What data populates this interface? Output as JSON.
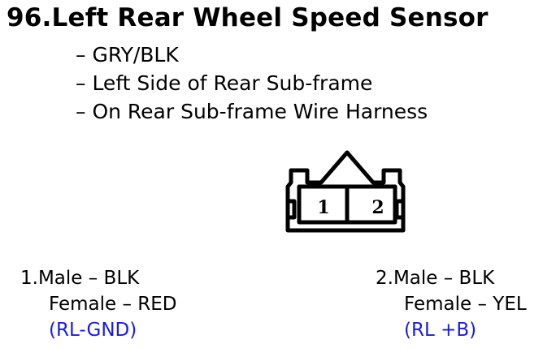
{
  "title": "96.Left Rear Wheel Speed Sensor",
  "bullets": [
    "– GRY/BLK",
    "– Left Side of Rear Sub-frame",
    "– On Rear Sub-frame Wire Harness"
  ],
  "connector": {
    "pin_labels": [
      "1",
      "2"
    ]
  },
  "pins": [
    {
      "male": "1.Male – BLK",
      "female": "Female – RED",
      "circuit": "(RL-GND)"
    },
    {
      "male": "2.Male – BLK",
      "female": "Female – YEL",
      "circuit": "(RL +B)"
    }
  ],
  "colors": {
    "text": "#000000",
    "circuit": "#1a1ae6",
    "background": "#ffffff"
  }
}
